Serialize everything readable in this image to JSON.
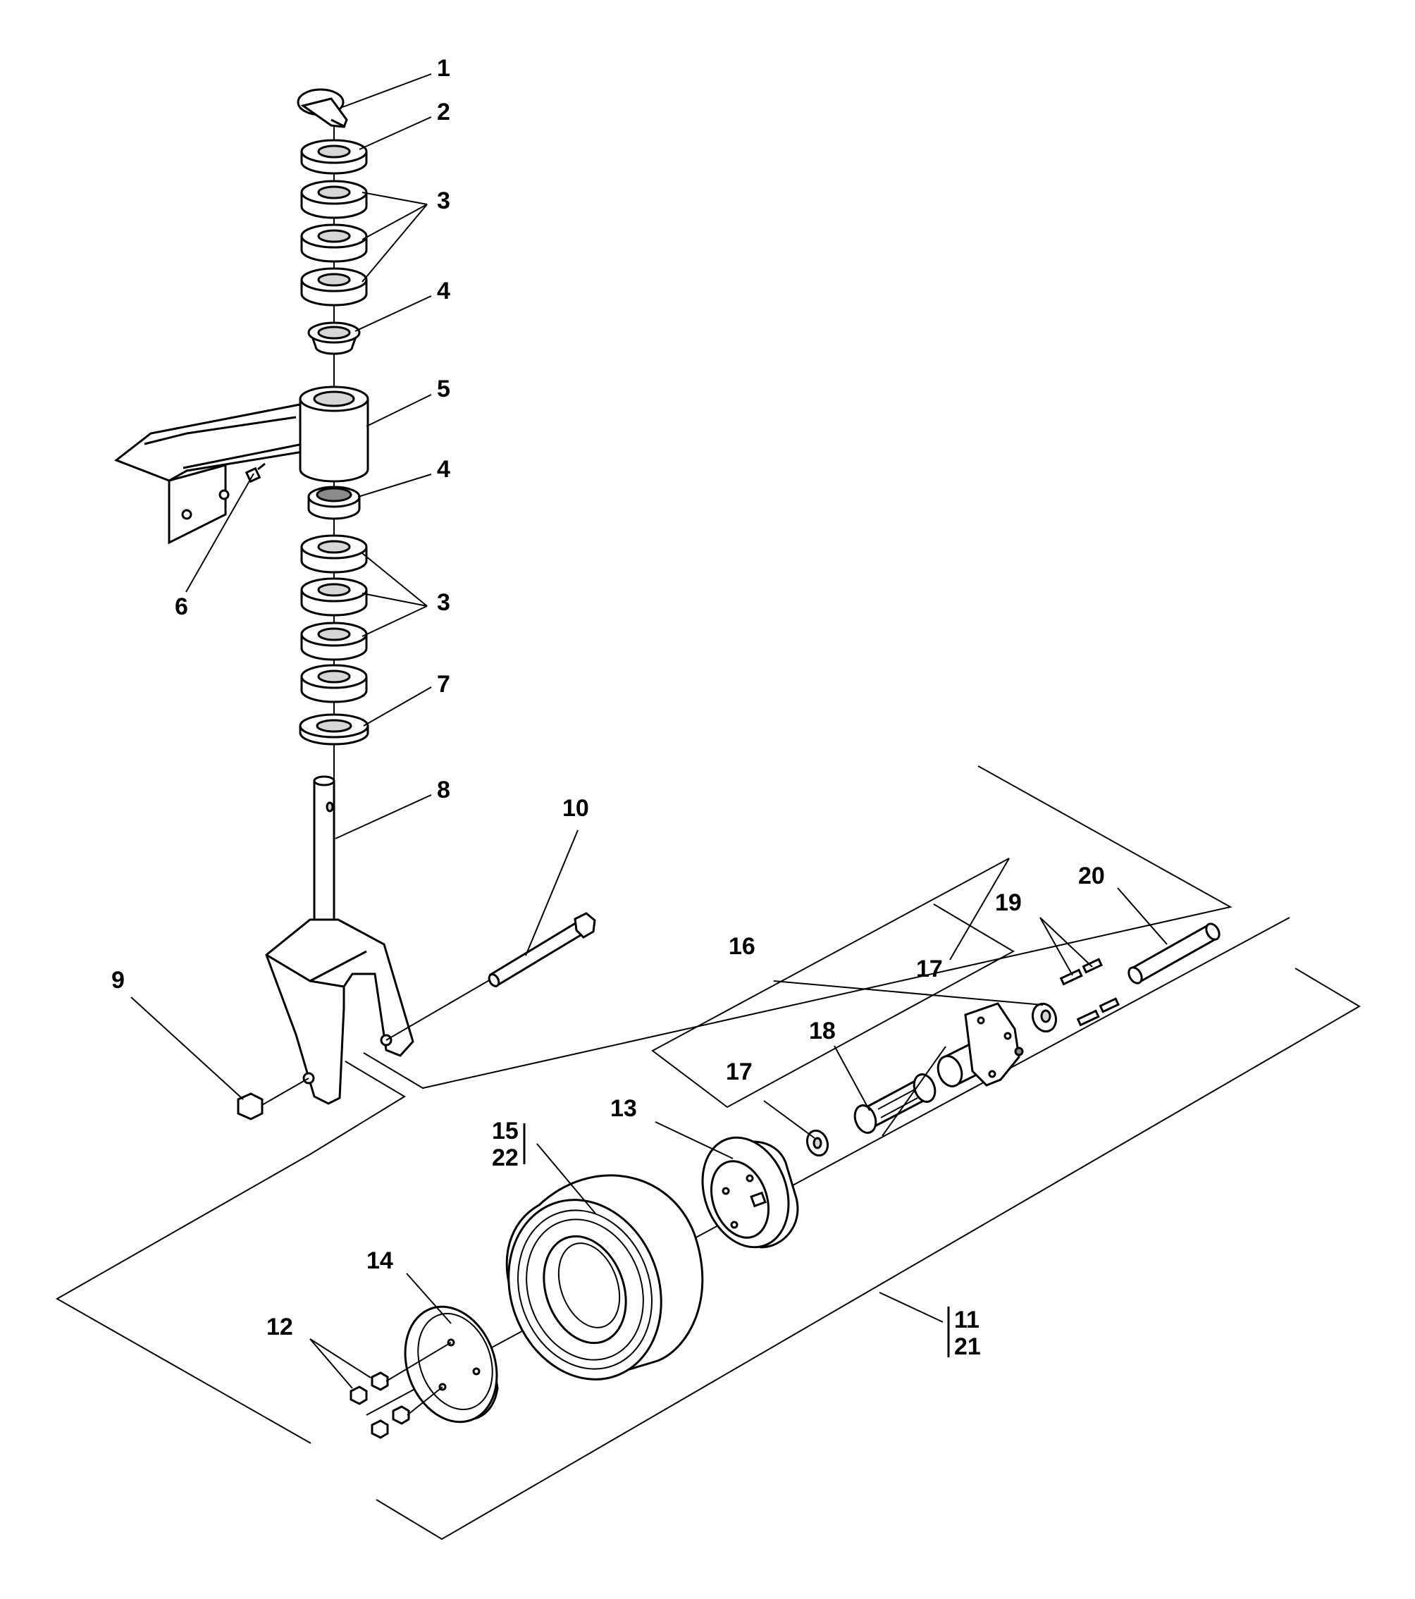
{
  "diagram": {
    "callouts": [
      {
        "id": "c1",
        "text": "1"
      },
      {
        "id": "c2",
        "text": "2"
      },
      {
        "id": "c3a",
        "text": "3"
      },
      {
        "id": "c4a",
        "text": "4"
      },
      {
        "id": "c5",
        "text": "5"
      },
      {
        "id": "c4b",
        "text": "4"
      },
      {
        "id": "c6",
        "text": "6"
      },
      {
        "id": "c3b",
        "text": "3"
      },
      {
        "id": "c7",
        "text": "7"
      },
      {
        "id": "c8",
        "text": "8"
      },
      {
        "id": "c9",
        "text": "9"
      },
      {
        "id": "c10",
        "text": "10"
      },
      {
        "id": "c11",
        "text": "11"
      },
      {
        "id": "c21",
        "text": "21"
      },
      {
        "id": "c12",
        "text": "12"
      },
      {
        "id": "c13",
        "text": "13"
      },
      {
        "id": "c14",
        "text": "14"
      },
      {
        "id": "c15",
        "text": "15"
      },
      {
        "id": "c22",
        "text": "22"
      },
      {
        "id": "c16",
        "text": "16"
      },
      {
        "id": "c17a",
        "text": "17"
      },
      {
        "id": "c17b",
        "text": "17"
      },
      {
        "id": "c18",
        "text": "18"
      },
      {
        "id": "c19",
        "text": "19"
      },
      {
        "id": "c20",
        "text": "20"
      }
    ]
  }
}
